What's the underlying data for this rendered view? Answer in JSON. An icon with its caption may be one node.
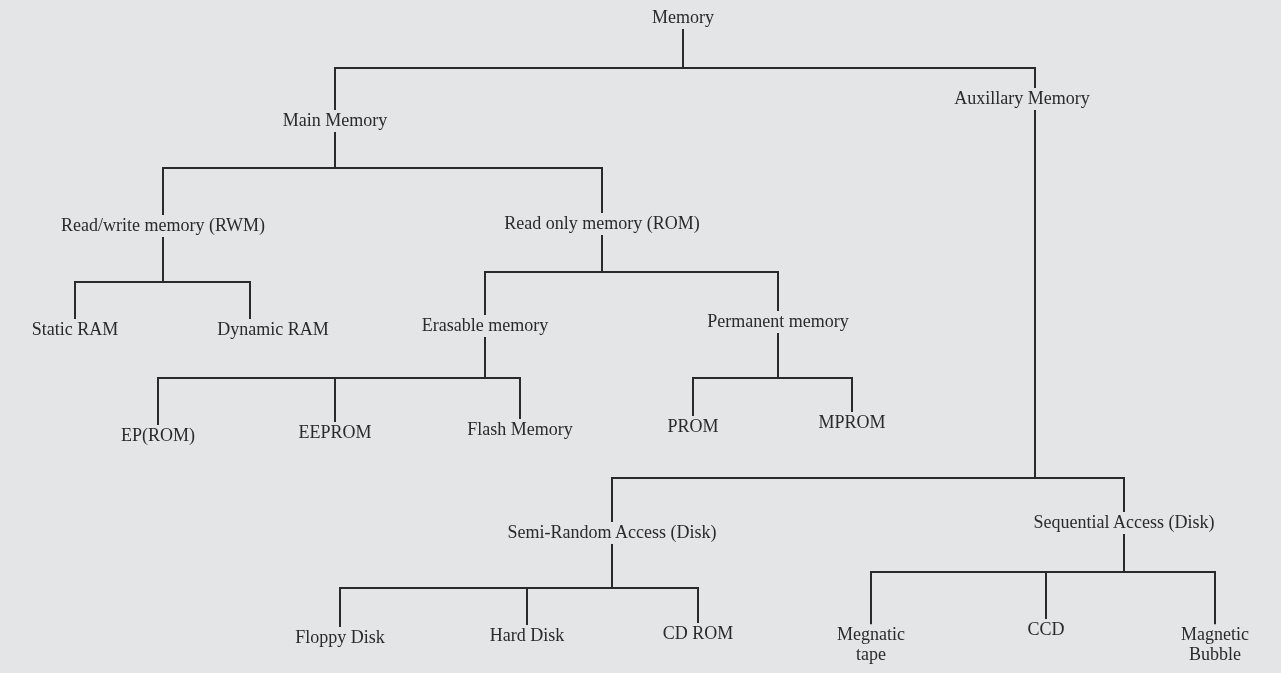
{
  "diagram": {
    "nodes": [
      {
        "text": [
          "Memory"
        ]
      },
      {
        "text": [
          "Main Memory"
        ]
      },
      {
        "text": [
          "Auxillary Memory"
        ]
      },
      {
        "text": [
          "Read/write memory (RWM)"
        ]
      },
      {
        "text": [
          "Read only memory (ROM)"
        ]
      },
      {
        "text": [
          "Static RAM"
        ]
      },
      {
        "text": [
          "Dynamic RAM"
        ]
      },
      {
        "text": [
          "Erasable memory"
        ]
      },
      {
        "text": [
          "Permanent memory"
        ]
      },
      {
        "text": [
          "EP(ROM)"
        ]
      },
      {
        "text": [
          "EEPROM"
        ]
      },
      {
        "text": [
          "Flash Memory"
        ]
      },
      {
        "text": [
          "PROM"
        ]
      },
      {
        "text": [
          "MPROM"
        ]
      },
      {
        "text": [
          "Semi-Random Access (Disk)"
        ]
      },
      {
        "text": [
          "Sequential Access (Disk)"
        ]
      },
      {
        "text": [
          "Floppy Disk"
        ]
      },
      {
        "text": [
          "Hard Disk"
        ]
      },
      {
        "text": [
          "CD ROM"
        ]
      },
      {
        "text": [
          "Megnatic tape"
        ]
      },
      {
        "text": [
          "CCD"
        ]
      },
      {
        "text": [
          "Magnetic Bubble"
        ]
      }
    ],
    "edges": [
      {
        "from": 0,
        "to": 1,
        "arrow": "none"
      },
      {
        "from": 0,
        "to": 2,
        "arrow": "none"
      },
      {
        "from": 1,
        "to": 3,
        "arrow": "none"
      },
      {
        "from": 1,
        "to": 4,
        "arrow": "none"
      },
      {
        "from": 3,
        "to": 5,
        "arrow": "none"
      },
      {
        "from": 3,
        "to": 6,
        "arrow": "none"
      },
      {
        "from": 4,
        "to": 7,
        "arrow": "none"
      },
      {
        "from": 4,
        "to": 8,
        "arrow": "none"
      },
      {
        "from": 7,
        "to": 9,
        "arrow": "none"
      },
      {
        "from": 7,
        "to": 10,
        "arrow": "none"
      },
      {
        "from": 7,
        "to": 11,
        "arrow": "none"
      },
      {
        "from": 8,
        "to": 12,
        "arrow": "none"
      },
      {
        "from": 8,
        "to": 13,
        "arrow": "none"
      },
      {
        "from": 2,
        "to": 14,
        "arrow": "none"
      },
      {
        "from": 2,
        "to": 15,
        "arrow": "none"
      },
      {
        "from": 14,
        "to": 16,
        "arrow": "none"
      },
      {
        "from": 14,
        "to": 17,
        "arrow": "none"
      },
      {
        "from": 14,
        "to": 18,
        "arrow": "none"
      },
      {
        "from": 15,
        "to": 19,
        "arrow": "none"
      },
      {
        "from": 15,
        "to": 20,
        "arrow": "none"
      },
      {
        "from": 15,
        "to": 21,
        "arrow": "none"
      }
    ]
  }
}
